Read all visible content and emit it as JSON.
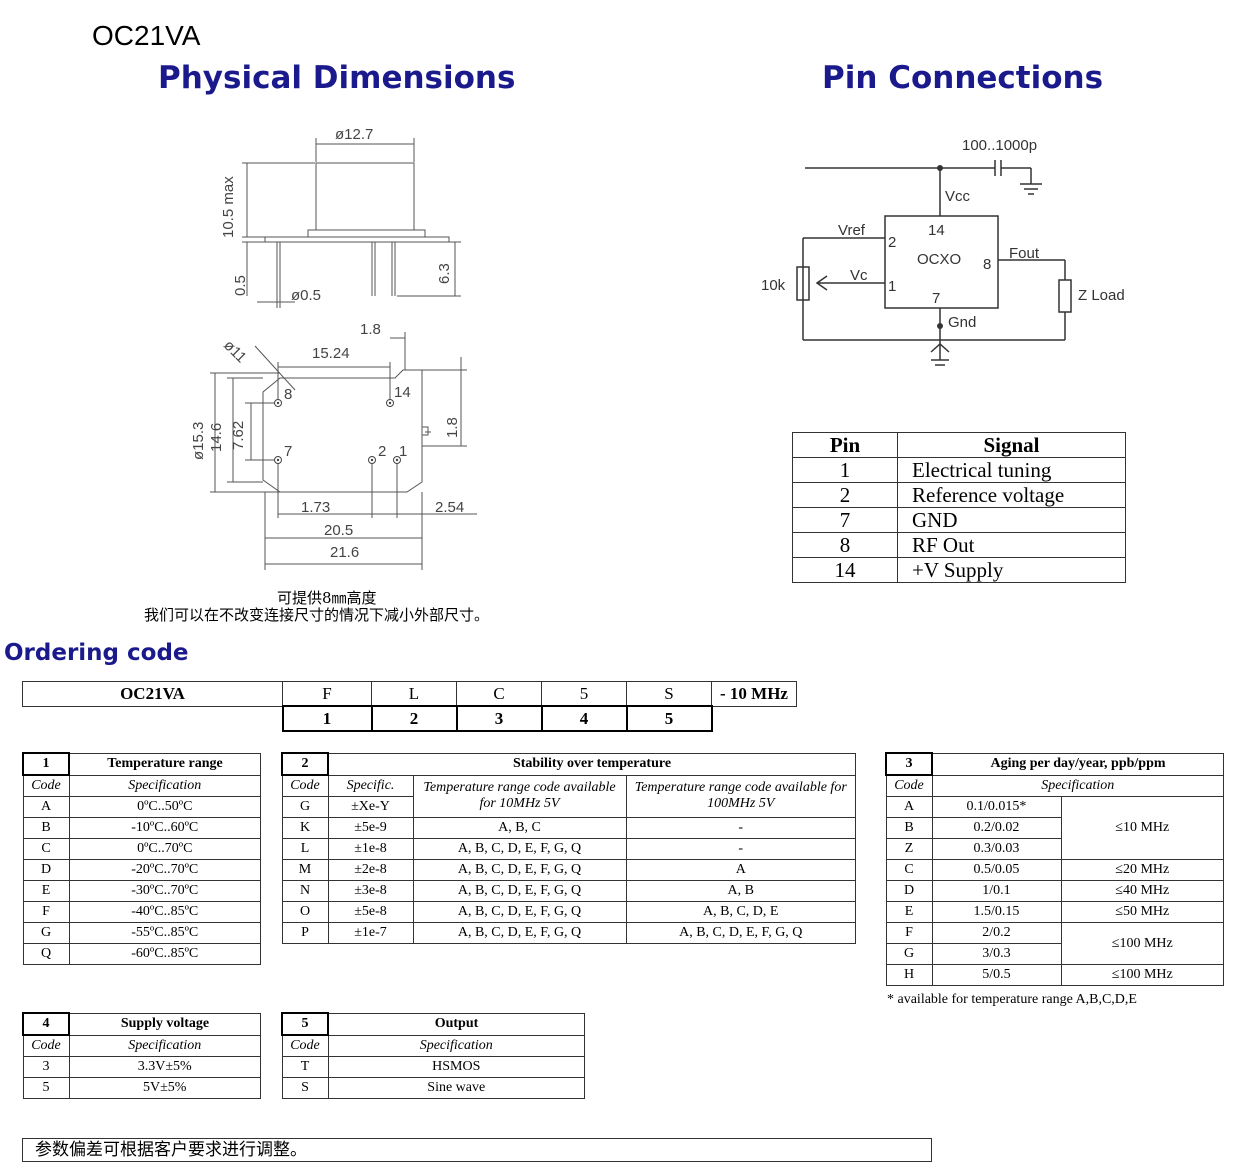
{
  "model": "OC21VA",
  "physical_dimensions": {
    "title": "Physical Dimensions",
    "dims": {
      "d127": "ø12.7",
      "h105": "10.5 max",
      "h05": "0.5",
      "d05": "ø0.5",
      "h63": "6.3",
      "d18a": "1.8",
      "d1524": "15.24",
      "d11": "ø11",
      "d153": "ø15.3",
      "d146": "14.6",
      "d762": "7.62",
      "d18b": "1.8",
      "d173": "1.73",
      "d254": "2.54",
      "d205": "20.5",
      "d216": "21.6"
    },
    "pins": {
      "p8": "8",
      "p14": "14",
      "p7": "7",
      "p2": "2",
      "p1": "1"
    },
    "note1": "可提供8㎜高度",
    "note2": "我们可以在不改变连接尺寸的情况下减小外部尺寸。"
  },
  "pin_connections": {
    "title": "Pin Connections",
    "schematic": {
      "cap": "100..1000p",
      "vcc": "Vcc",
      "pin14": "14",
      "vref": "Vref",
      "pin2": "2",
      "ocxo": "OCXO",
      "pin8": "8",
      "fout": "Fout",
      "res": "10k",
      "vc": "Vc",
      "pin1": "1",
      "pin7": "7",
      "gnd": "Gnd",
      "zload": "Z Load"
    },
    "table": {
      "headers": [
        "Pin",
        "Signal"
      ],
      "rows": [
        [
          "1",
          "Electrical tuning"
        ],
        [
          "2",
          "Reference voltage"
        ],
        [
          "7",
          "GND"
        ],
        [
          "8",
          "RF Out"
        ],
        [
          "14",
          "+V Supply"
        ]
      ]
    }
  },
  "ordering": {
    "title": "Ordering code",
    "code_row": [
      "OC21VA",
      "F",
      "L",
      "C",
      "5",
      "S",
      "- 10 MHz"
    ],
    "num_row": [
      "1",
      "2",
      "3",
      "4",
      "5"
    ],
    "t1": {
      "num": "1",
      "title": "Temperature range",
      "col_code": "Code",
      "col_spec": "Specification",
      "rows": [
        [
          "A",
          "0ºC..50ºC"
        ],
        [
          "B",
          "-10ºC..60ºC"
        ],
        [
          "C",
          "0ºC..70ºC"
        ],
        [
          "D",
          "-20ºC..70ºC"
        ],
        [
          "E",
          "-30ºC..70ºC"
        ],
        [
          "F",
          "-40ºC..85ºC"
        ],
        [
          "G",
          "-55ºC..85ºC"
        ],
        [
          "Q",
          "-60ºC..85ºC"
        ]
      ]
    },
    "t2": {
      "num": "2",
      "title": "Stability over temperature",
      "col_code": "Code",
      "col_spec": "Specific.",
      "col_10": "Temperature range code available for 10MHz 5V",
      "col_100": "Temperature range code available for 100MHz 5V",
      "rows": [
        [
          "G",
          "±Xe-Y",
          "",
          ""
        ],
        [
          "K",
          "±5e-9",
          "A, B, C",
          "-"
        ],
        [
          "L",
          "±1e-8",
          "A, B, C, D, E, F, G, Q",
          "-"
        ],
        [
          "M",
          "±2e-8",
          "A, B, C, D, E, F, G, Q",
          "A"
        ],
        [
          "N",
          "±3e-8",
          "A, B, C, D, E, F, G, Q",
          "A, B"
        ],
        [
          "O",
          "±5e-8",
          "A, B, C, D, E, F, G, Q",
          "A, B, C, D, E"
        ],
        [
          "P",
          "±1e-7",
          "A, B, C, D, E, F, G, Q",
          "A, B, C, D, E, F, G, Q"
        ]
      ]
    },
    "t3": {
      "num": "3",
      "title": "Aging per day/year, ppb/ppm",
      "col_code": "Code",
      "col_spec": "Specification",
      "rows": [
        [
          "A",
          "0.1/0.015*"
        ],
        [
          "B",
          "0.2/0.02"
        ],
        [
          "Z",
          "0.3/0.03"
        ],
        [
          "C",
          "0.5/0.05"
        ],
        [
          "D",
          "1/0.1"
        ],
        [
          "E",
          "1.5/0.15"
        ],
        [
          "F",
          "2/0.2"
        ],
        [
          "G",
          "3/0.3"
        ],
        [
          "H",
          "5/0.5"
        ]
      ],
      "freq": [
        "≤10 MHz",
        "≤20 MHz",
        "≤40 MHz",
        "≤50 MHz",
        "≤100 MHz",
        "≤100 MHz"
      ],
      "footnote": "* available for temperature range A,B,C,D,E"
    },
    "t4": {
      "num": "4",
      "title": "Supply voltage",
      "col_code": "Code",
      "col_spec": "Specification",
      "rows": [
        [
          "3",
          "3.3V±5%"
        ],
        [
          "5",
          "5V±5%"
        ]
      ]
    },
    "t5": {
      "num": "5",
      "title": "Output",
      "col_code": "Code",
      "col_spec": "Specification",
      "rows": [
        [
          "T",
          "HSMOS"
        ],
        [
          "S",
          "Sine wave"
        ]
      ]
    }
  },
  "bottom_note": "参数偏差可根据客户要求进行调整。"
}
